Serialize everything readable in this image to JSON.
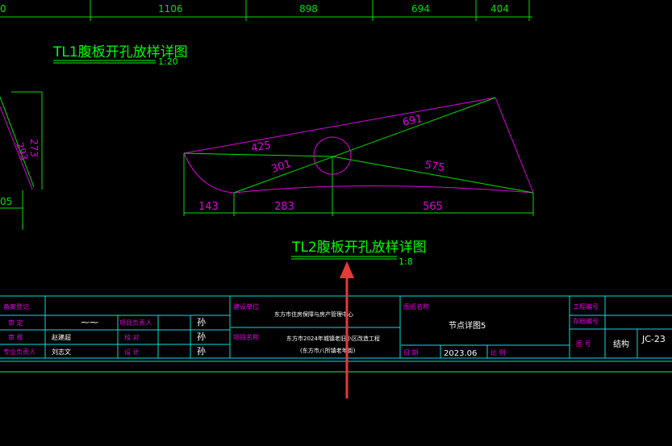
{
  "top_dims": [
    "0",
    "1106",
    "898",
    "694",
    "404"
  ],
  "tl1": {
    "title": "TL1腹板开孔放样详图",
    "scale": "1:20"
  },
  "left_partial": {
    "dim_a": "293",
    "dim_b": "273",
    "dim_c": "05"
  },
  "tl2": {
    "title": "TL2腹板开孔放样详图",
    "scale": "1:8",
    "dims": {
      "d425": "425",
      "d691": "691",
      "d301": "301",
      "d575": "575",
      "d143": "143",
      "d283": "283",
      "d565": "565"
    }
  },
  "title_block": {
    "rows_left": [
      "备案登记",
      "审 定",
      "审 核",
      "专业负责人"
    ],
    "names_col1": [
      "",
      "",
      "赵建超",
      "刘志文"
    ],
    "names_col2": [
      "",
      "",
      "",
      ""
    ],
    "role_col": [
      "项目负责人",
      "校 对",
      "设 计"
    ],
    "role_names": [
      "孙",
      "孙",
      "孙"
    ],
    "construction_label": "建设单位",
    "construction_value": "东方市住房保障与房产管理中心",
    "project_label": "项目名称",
    "project_value_1": "东方市2024年城镇老旧小区改造工程",
    "project_value_2": "(东方市八所镇老年街)",
    "drawing_name_label": "图纸名称",
    "drawing_name_value": "节点详图5",
    "date_label": "日 期",
    "date_value": "2023.06",
    "scale_label": "比 例",
    "project_no_label": "工程编号",
    "file_no_label": "存档编号",
    "drawing_no_label": "图 号",
    "discipline_value": "结构",
    "drawing_no_value": "JC-23"
  },
  "colors": {
    "green": "#00ff00",
    "magenta": "#e000e0",
    "cyan": "#00e0e0",
    "white": "#ffffff",
    "red_arrow": "#e8383a"
  }
}
